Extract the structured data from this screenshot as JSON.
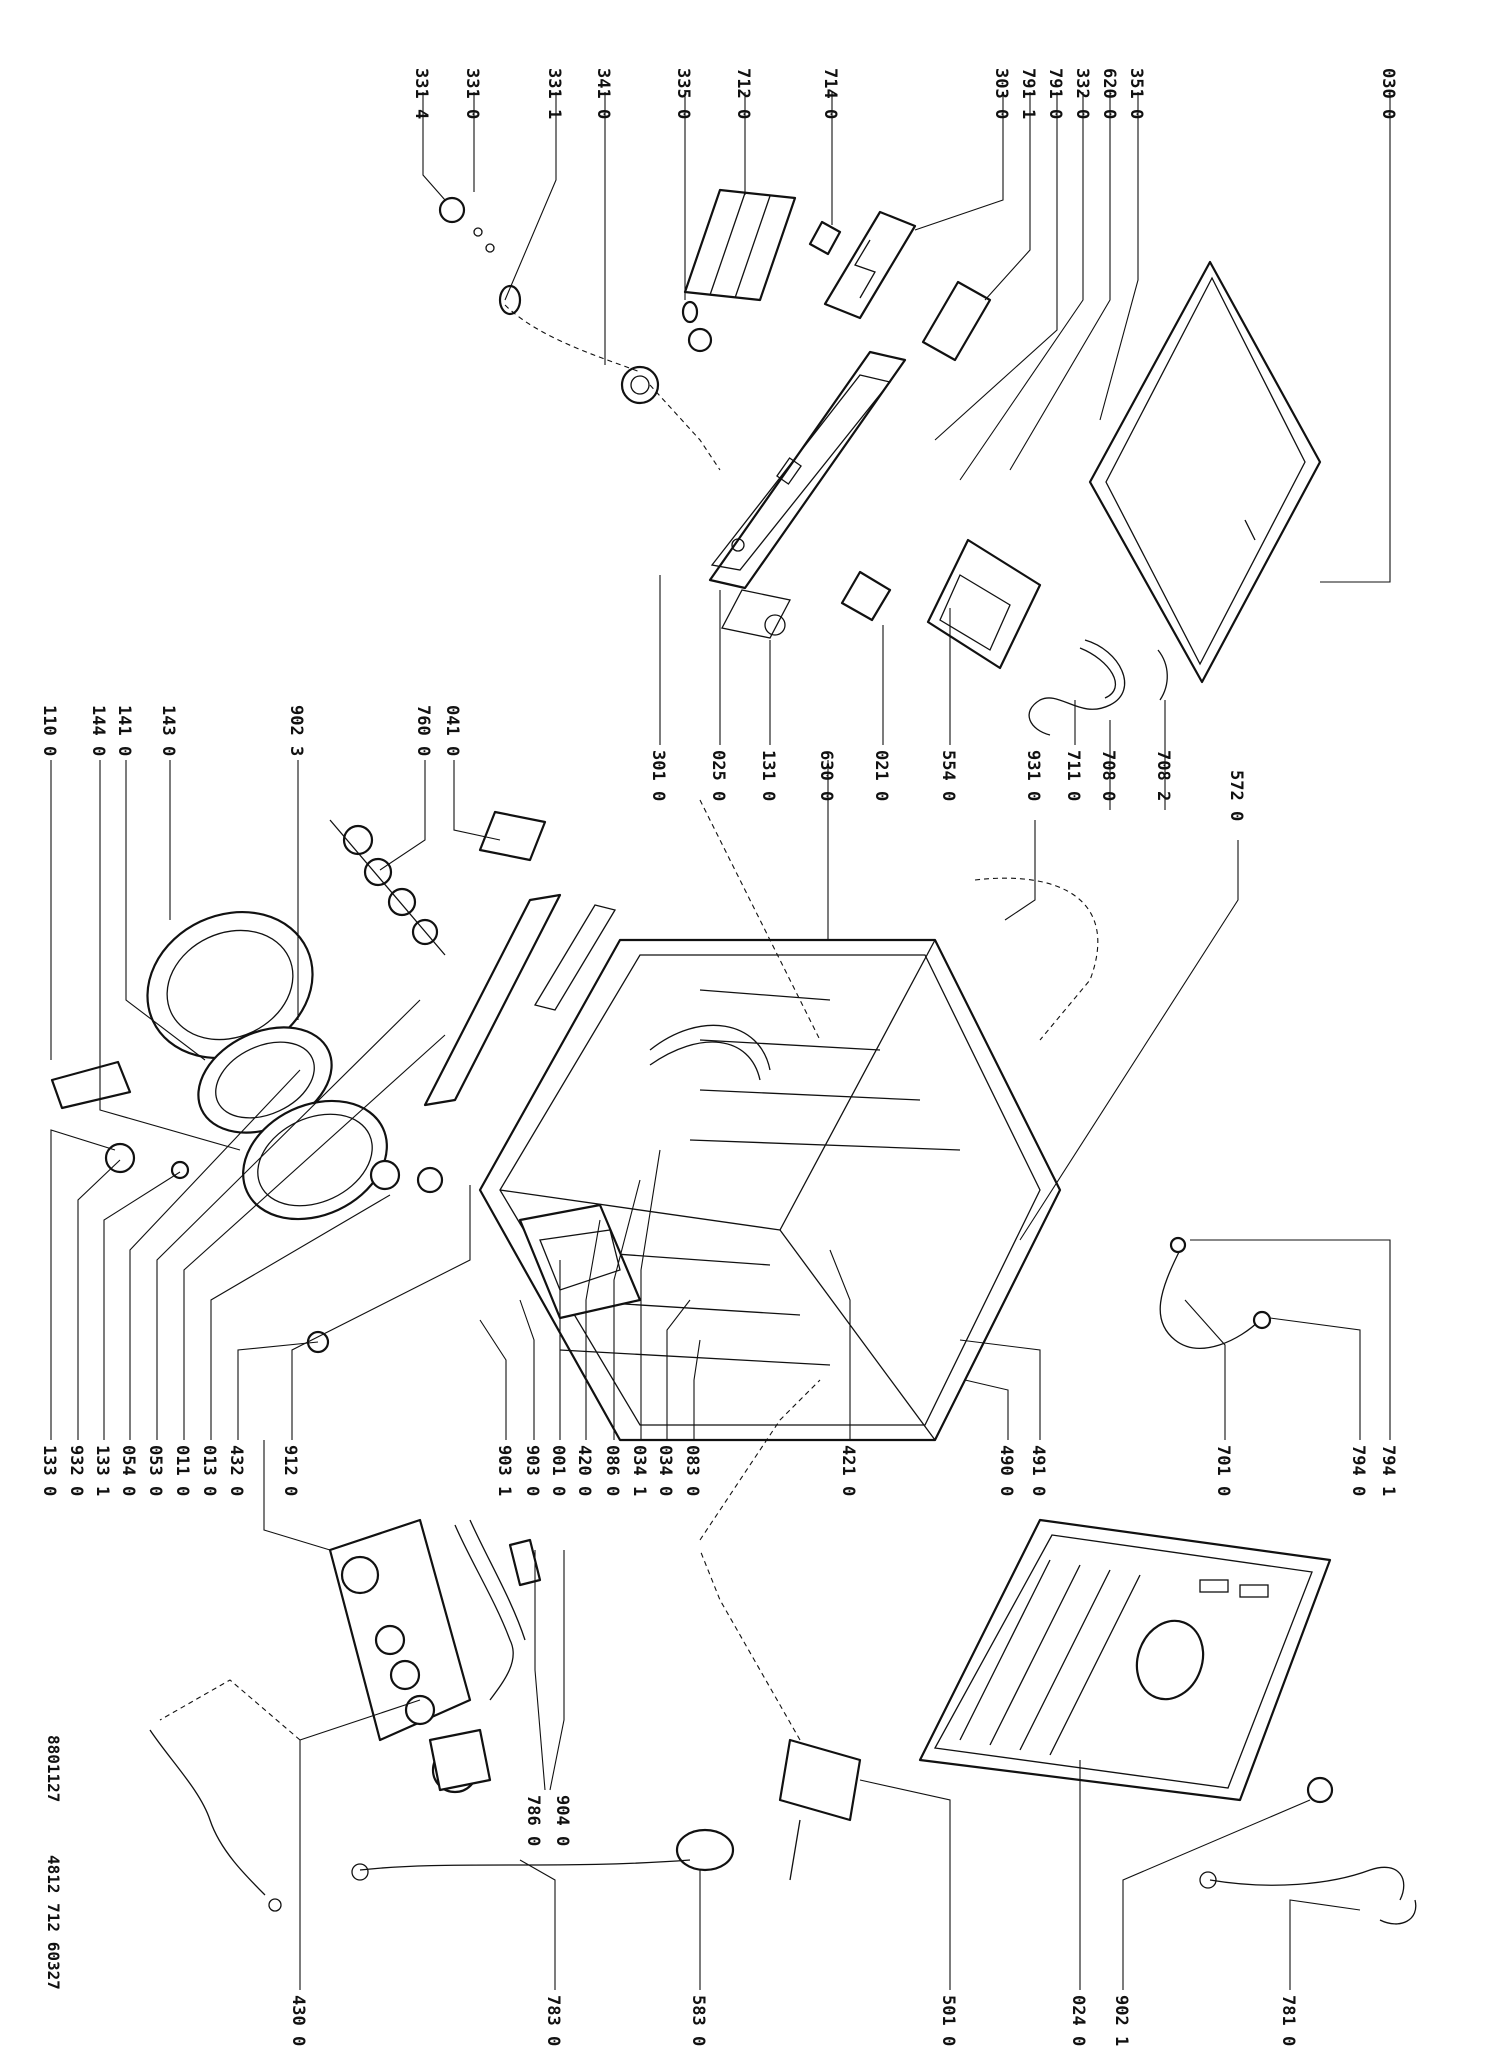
{
  "diagram": {
    "labels": [
      {
        "id": "030-0",
        "text": "030 0"
      },
      {
        "id": "351-0",
        "text": "351 0"
      },
      {
        "id": "620-0",
        "text": "620 0"
      },
      {
        "id": "332-0",
        "text": "332 0"
      },
      {
        "id": "791-0",
        "text": "791 0"
      },
      {
        "id": "791-1",
        "text": "791 1"
      },
      {
        "id": "303-0",
        "text": "303 0"
      },
      {
        "id": "714-0",
        "text": "714 0"
      },
      {
        "id": "712-0",
        "text": "712 0"
      },
      {
        "id": "335-0",
        "text": "335 0"
      },
      {
        "id": "341-0",
        "text": "341 0"
      },
      {
        "id": "331-1",
        "text": "331 1"
      },
      {
        "id": "331-0",
        "text": "331 0"
      },
      {
        "id": "331-4",
        "text": "331 4"
      },
      {
        "id": "301-0",
        "text": "301 0"
      },
      {
        "id": "025-0",
        "text": "025 0"
      },
      {
        "id": "131-0",
        "text": "131 0"
      },
      {
        "id": "630-0",
        "text": "630 0"
      },
      {
        "id": "021-0",
        "text": "021 0"
      },
      {
        "id": "554-0",
        "text": "554 0"
      },
      {
        "id": "711-0",
        "text": "711 0"
      },
      {
        "id": "708-0",
        "text": "708 0"
      },
      {
        "id": "708-2",
        "text": "708 2"
      },
      {
        "id": "931-0",
        "text": "931 0"
      },
      {
        "id": "572-0",
        "text": "572 0"
      },
      {
        "id": "041-0",
        "text": "041 0"
      },
      {
        "id": "760-0",
        "text": "760 0"
      },
      {
        "id": "902-3",
        "text": "902 3"
      },
      {
        "id": "143-0",
        "text": "143 0"
      },
      {
        "id": "141-0",
        "text": "141 0"
      },
      {
        "id": "144-0",
        "text": "144 0"
      },
      {
        "id": "110-0",
        "text": "110 0"
      },
      {
        "id": "133-0",
        "text": "133 0"
      },
      {
        "id": "932-0",
        "text": "932 0"
      },
      {
        "id": "133-1",
        "text": "133 1"
      },
      {
        "id": "054-0",
        "text": "054 0"
      },
      {
        "id": "053-0",
        "text": "053 0"
      },
      {
        "id": "011-0",
        "text": "011 0"
      },
      {
        "id": "013-0",
        "text": "013 0"
      },
      {
        "id": "432-0",
        "text": "432 0"
      },
      {
        "id": "912-0",
        "text": "912 0"
      },
      {
        "id": "903-1",
        "text": "903 1"
      },
      {
        "id": "903-0",
        "text": "903 0"
      },
      {
        "id": "001-0",
        "text": "001 0"
      },
      {
        "id": "420-0",
        "text": "420 0"
      },
      {
        "id": "086-0",
        "text": "086 0"
      },
      {
        "id": "034-1",
        "text": "034 1"
      },
      {
        "id": "034-0",
        "text": "034 0"
      },
      {
        "id": "083-0",
        "text": "083 0"
      },
      {
        "id": "421-0",
        "text": "421 0"
      },
      {
        "id": "490-0",
        "text": "490 0"
      },
      {
        "id": "491-0",
        "text": "491 0"
      },
      {
        "id": "701-0",
        "text": "701 0"
      },
      {
        "id": "794-0",
        "text": "794 0"
      },
      {
        "id": "794-1",
        "text": "794 1"
      },
      {
        "id": "786-0",
        "text": "786 0"
      },
      {
        "id": "904-0",
        "text": "904 0"
      },
      {
        "id": "430-0",
        "text": "430 0"
      },
      {
        "id": "783-0",
        "text": "783 0"
      },
      {
        "id": "583-0",
        "text": "583 0"
      },
      {
        "id": "501-0",
        "text": "501 0"
      },
      {
        "id": "024-0",
        "text": "024 0"
      },
      {
        "id": "902-1",
        "text": "902 1"
      },
      {
        "id": "781-0",
        "text": "781 0"
      }
    ],
    "doc_number": "8801127",
    "part_number": "4812 712 60327"
  }
}
